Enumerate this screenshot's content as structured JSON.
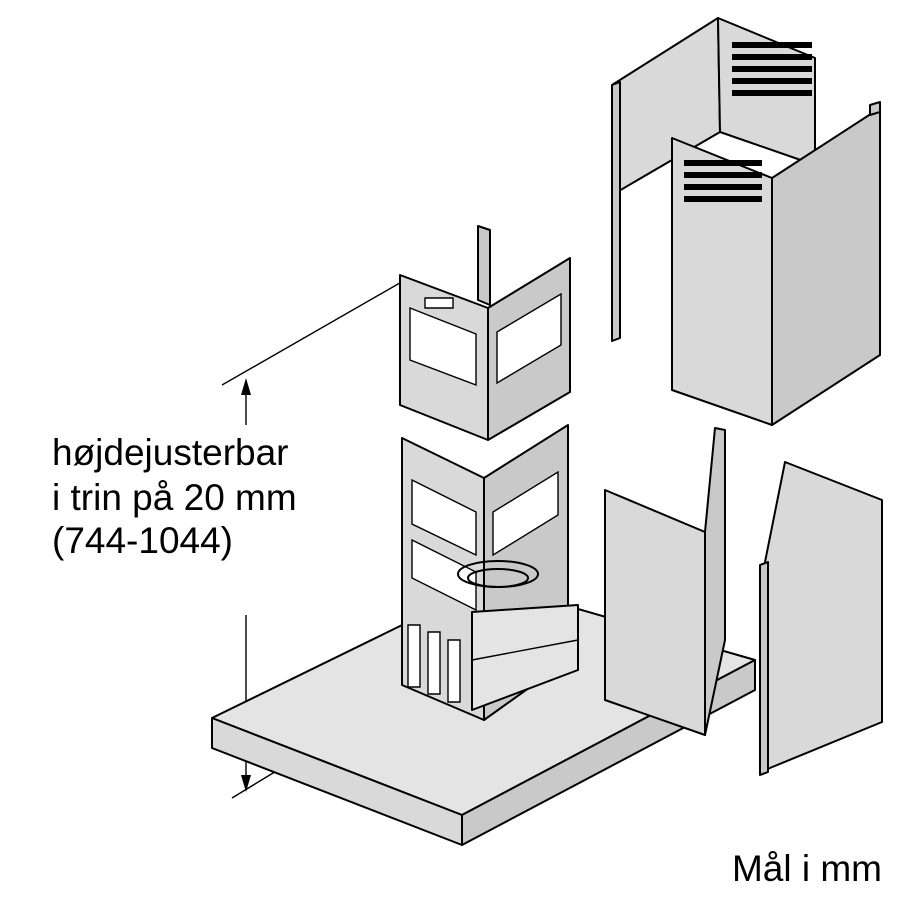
{
  "annotation": {
    "lines": [
      "højdejusterbar",
      "i trin på 20 mm",
      "(744-1044)"
    ]
  },
  "units_note": "Mål i mm",
  "colors": {
    "panel_fill": "#d9d9d9",
    "outline": "#000000",
    "background": "#ffffff"
  }
}
